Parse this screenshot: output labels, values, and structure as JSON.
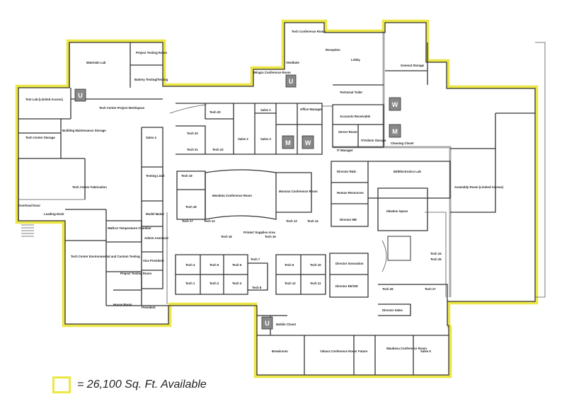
{
  "rooms": {
    "tech_conference_room": "Tech Conference Room",
    "reception": "Reception",
    "lobby": "Lobby",
    "vestibule": "Vestibule",
    "general_storage": "General Storage",
    "materials_lab": "Materials Lab",
    "project_testing_room_top": "Project Testing Room",
    "battery_testing": "Battery Testing/Testing",
    "wingra_conference": "Wingra Conference Room",
    "test_lab": "Test Lab (Limited Access)",
    "tech_center_project_workspace": "Tech Center Project Workspace",
    "technical_toilet": "Technical Toilet",
    "accounts_receivable": "Accounts Receivable",
    "tech_center_storage": "Tech Center Storage",
    "building_maintenance": "Building Maintenance Storage",
    "sales_4": "Sales 4",
    "tech_20": "Tech 20",
    "sales_1": "Sales 1",
    "office_manager": "Office Manager",
    "sales_2": "Sales 2",
    "sales_3": "Sales 3",
    "tech_23": "Tech 23",
    "tech_21": "Tech 21",
    "tech_22": "Tech 22",
    "server_room": "Server Room",
    "it_manager": "IT Manager",
    "it_admin_storage": "IT/Admin Storage",
    "cleaning_closet": "Cleaning Closet",
    "tech_center_fabrication": "Tech Center Fabrication",
    "testing_lead": "Testing Lead",
    "tech_19": "Tech 19",
    "tech_18": "Tech 18",
    "mendota_conference": "Mendota Conference Room",
    "monona_conference": "Monona Conference Room",
    "director_rd": "Director R&D",
    "ee_electronics_lab": "EE/Electronics Lab",
    "assembly_room": "Assembly Room (Limited Access)",
    "human_resources": "Human Resources",
    "ideation_space": "Ideation Space",
    "director_me": "Director ME",
    "overhead_door": "Overhead Door",
    "loading_dock": "Loading Dock",
    "model_maker": "Model Maker",
    "walk_in_chamber": "Walk-In Temperature Chamber",
    "admin_assistant": "Admin Assistant",
    "tech_17": "Tech 17",
    "tech_16": "Tech 16",
    "tech_15": "Tech 15",
    "tech_14": "Tech 14",
    "tech_13": "Tech 13",
    "tech_12": "Tech 12",
    "printer_supplies": "Printer/ Supplies Area",
    "tech_center_env": "Tech Center Environmental and Custom Testing",
    "vice_president": "Vice President",
    "tech_4": "Tech 4",
    "tech_5": "Tech 5",
    "tech_6": "Tech 6",
    "tech_7": "Tech 7",
    "tech_9": "Tech 9",
    "tech_10": "Tech 10",
    "director_innovation": "Director Innovation",
    "tech_24": "Tech 24",
    "tech_25": "Tech 25",
    "project_testing_room_bottom": "Project Testing Room",
    "tech_1": "Tech 1",
    "tech_2": "Tech 2",
    "tech_3": "Tech 3",
    "tech_8": "Tech 8",
    "tech_12b": "Tech 12",
    "tech_11": "Tech 11",
    "director_eesw": "Director EE/SW",
    "tech_26": "Tech 26",
    "tech_27": "Tech 27",
    "house_room": "House Room",
    "president": "President",
    "director_sales": "Director Sales",
    "mobile_closet": "Mobile Closet",
    "breakroom": "Breakroom",
    "yahara_conference": "Yahara Conference Room",
    "future": "Future",
    "waubesa_conference": "Waubesa Conference Room",
    "sales_5": "Sales 5"
  },
  "markers": {
    "U": "U",
    "M": "M",
    "W": "W"
  },
  "legend": {
    "text": "= 26,100 Sq. Ft. Available",
    "color": "#ece646"
  }
}
